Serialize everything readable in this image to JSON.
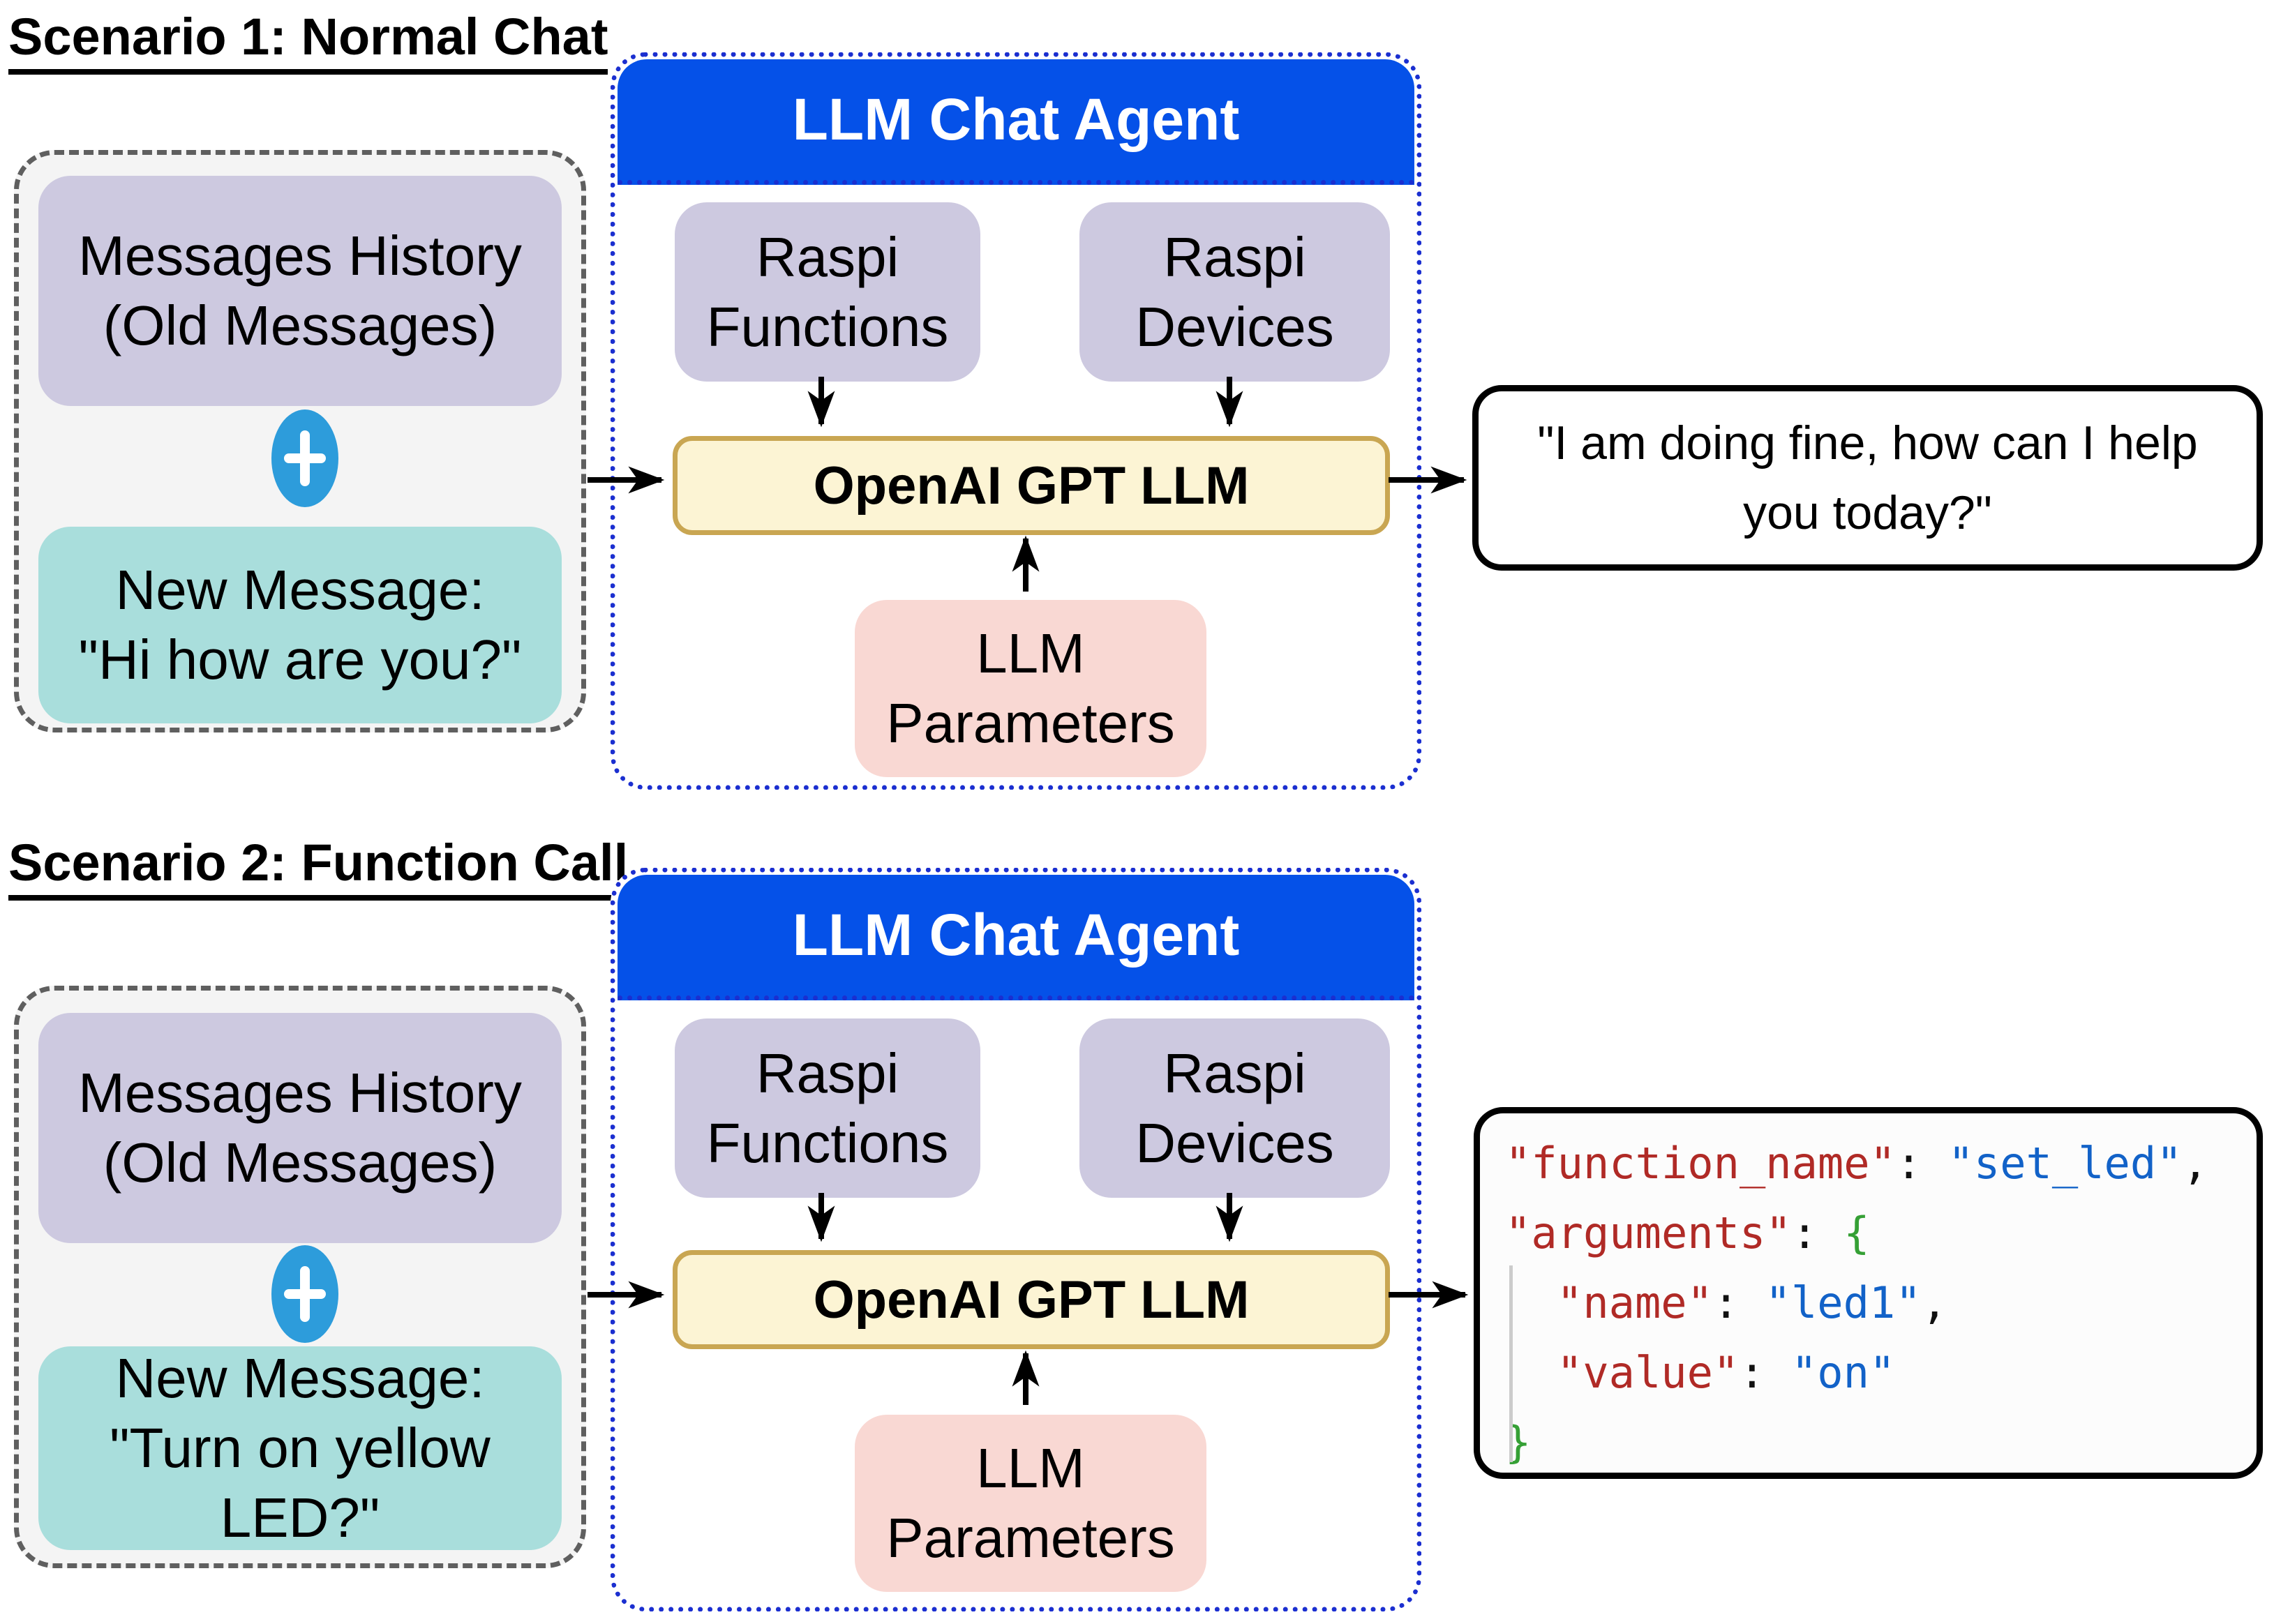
{
  "colors": {
    "header-blue": "#0551e8",
    "agent-border-blue": "#1b2fd0",
    "plus-blue": "#2d9cdb",
    "lavender": "#cdc9e0",
    "teal": "#a9dedc",
    "pink": "#f9d8d3",
    "yellow-fill": "#fcf4d4",
    "yellow-border": "#c9a652",
    "input-bg": "#f4f4f4",
    "input-border": "#5f5f5f",
    "code-key": "#b02a26",
    "code-value": "#1262c8",
    "code-brace": "#35a035",
    "code-guide": "#cccccc"
  },
  "scenario1": {
    "title": "Scenario 1: Normal Chat",
    "input": {
      "history": "Messages History\n(Old Messages)",
      "plus_icon": "plus-icon",
      "new_message": "New Message:\n\"Hi how are you?\""
    },
    "agent": {
      "header": "LLM Chat Agent",
      "functions_box": "Raspi\nFunctions",
      "devices_box": "Raspi\nDevices",
      "llm_box": "OpenAI GPT LLM",
      "params_box": "LLM\nParameters"
    },
    "output": "\"I am doing fine, how can I help\nyou today?\""
  },
  "scenario2": {
    "title": "Scenario 2: Function Call",
    "input": {
      "history": "Messages History\n(Old Messages)",
      "plus_icon": "plus-icon",
      "new_message": "New Message:\n\"Turn on yellow\nLED?\""
    },
    "agent": {
      "header": "LLM Chat Agent",
      "functions_box": "Raspi\nFunctions",
      "devices_box": "Raspi\nDevices",
      "llm_box": "OpenAI GPT LLM",
      "params_box": "LLM\nParameters"
    },
    "output_code": {
      "line1": {
        "key": "\"function_name\"",
        "sep": ": ",
        "value": "\"set_led\"",
        "tail": ","
      },
      "line2": {
        "key": "\"arguments\"",
        "sep": ": ",
        "brace": "{"
      },
      "line3": {
        "key": "\"name\"",
        "sep": ": ",
        "value": "\"led1\"",
        "tail": ","
      },
      "line4": {
        "key": "\"value\"",
        "sep": ": ",
        "value": "\"on\""
      },
      "line5": {
        "brace": "}"
      }
    }
  }
}
